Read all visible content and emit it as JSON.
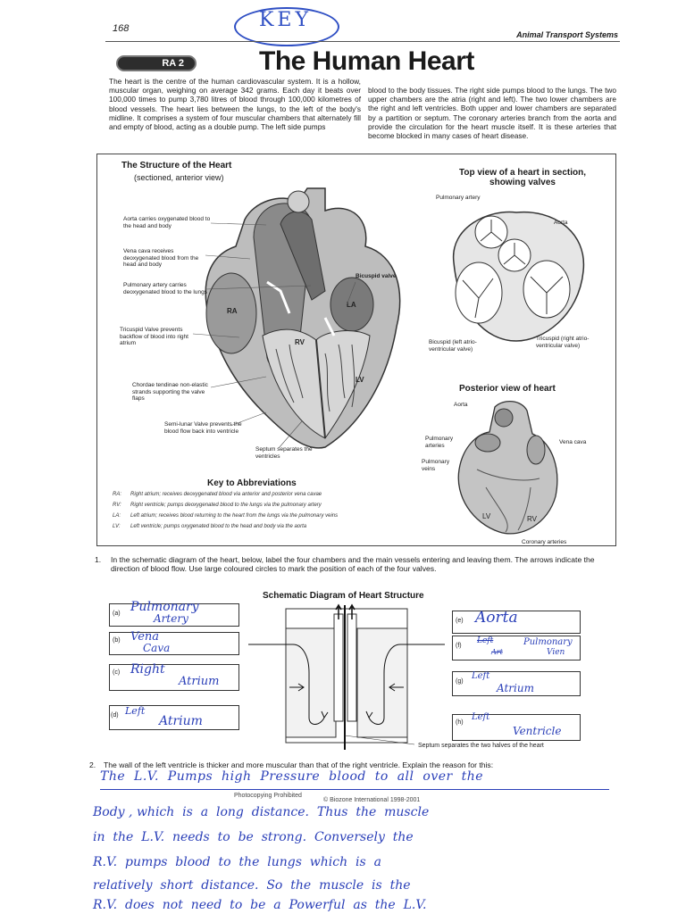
{
  "header": {
    "page_number": "168",
    "section": "Animal Transport Systems",
    "key_handwritten": "KEY",
    "badge": "RA 2",
    "title": "The Human Heart"
  },
  "intro": {
    "col1": "The heart is the centre of the human cardiovascular system. It is a hollow, muscular organ, weighing on average 342 grams. Each day it beats over 100,000 times to pump 3,780 litres of blood through 100,000 kilometres of blood vessels. The heart lies between the lungs, to the left of the body's midline. It comprises a system of four muscular chambers that alternately fill and empty of blood, acting as a double pump. The left side pumps",
    "col2": "blood to the body tissues. The right side pumps blood to the lungs. The two upper chambers are the atria (right and left). The two lower chambers are the right and left ventricles. Both upper and lower chambers are separated by a partition or septum. The coronary arteries branch from the aorta and provide the circulation for the heart muscle itself. It is these arteries that become blocked in many cases of heart disease."
  },
  "structure": {
    "title": "The Structure of the Heart",
    "subtitle": "(sectioned, anterior view)",
    "labels": {
      "aorta": "Aorta carries oxygenated blood to the head and body",
      "vena_cava": "Vena cava receives deoxygenated blood from the head and body",
      "pulmonary_artery": "Pulmonary artery carries deoxygenated blood to the lungs",
      "tricuspid": "Tricuspid Valve prevents backflow of blood into right atrium",
      "chordae": "Chordae tendinae non-elastic strands supporting the valve flaps",
      "semilunar": "Semi-lunar Valve prevents the blood flow back into ventricle",
      "septum": "Septum separates the ventricles",
      "bicuspid": "Bicuspid valve",
      "ra": "RA",
      "la": "LA",
      "rv": "RV",
      "lv": "LV"
    }
  },
  "top_view": {
    "title": "Top view of a heart in section, showing valves",
    "pulmonary_artery": "Pulmonary artery",
    "aorta": "Aorta",
    "bicuspid": "Bicuspid (left atrio-ventricular valve)",
    "tricuspid": "Tricuspid (right atrio-ventricular valve)"
  },
  "posterior": {
    "title": "Posterior view of heart",
    "aorta": "Aorta",
    "pulmonary_arteries": "Pulmonary arteries",
    "pulmonary_veins": "Pulmonary veins",
    "vena_cava": "Vena cava",
    "lv": "LV",
    "rv": "RV",
    "coronary": "Coronary arteries"
  },
  "key_abbr": {
    "title": "Key to Abbreviations",
    "rows": [
      {
        "code": "RA:",
        "text": "Right atrium; receives deoxygenated blood via anterior and posterior vena cavae"
      },
      {
        "code": "RV:",
        "text": "Right ventricle; pumps deoxygenated blood to the lungs via the pulmonary artery"
      },
      {
        "code": "LA:",
        "text": "Left atrium; receives blood returning to the heart from the lungs via the pulmonary veins"
      },
      {
        "code": "LV:",
        "text": "Left ventricle; pumps oxygenated blood to the head and body via the aorta"
      }
    ]
  },
  "q1": {
    "number": "1.",
    "text": "In the schematic diagram of the heart, below, label the four chambers and the main vessels entering and leaving them. The arrows indicate the direction of blood flow. Use large coloured circles to mark the position of each of the four valves."
  },
  "schematic": {
    "title": "Schematic Diagram of Heart Structure",
    "septum_caption": "Septum separates the two halves of the heart",
    "left_boxes": [
      {
        "letter": "(a)",
        "answer1": "Pulmonary",
        "answer2": "Artery"
      },
      {
        "letter": "(b)",
        "answer1": "Vena",
        "answer2": "Cava"
      },
      {
        "letter": "(c)",
        "answer1": "Right",
        "answer2": "Atrium"
      },
      {
        "letter": "(d)",
        "answer1": "Left",
        "answer2": "Atrium"
      }
    ],
    "right_boxes": [
      {
        "letter": "(e)",
        "answer1": "Aorta",
        "answer2": ""
      },
      {
        "letter": "(f)",
        "answer1": "Left",
        "answer2": "Art",
        "answer3": "Pulmonary",
        "answer4": "Vien"
      },
      {
        "letter": "(g)",
        "answer1": "Left",
        "answer2": "Atrium"
      },
      {
        "letter": "(h)",
        "answer1": "Left",
        "answer2": "Ventricle"
      }
    ]
  },
  "q2": {
    "number": "2.",
    "text": "The wall of the left ventricle is thicker and more muscular than that of the right ventricle. Explain the reason for this:",
    "answer_lines": [
      "The  L.V.  Pumps  high  Pressure  blood  to  all  over  the",
      "Body , which  is  a  long  distance.  Thus  the  muscle",
      "in  the  L.V.  needs  to  be  strong.  Conversely  the",
      "R.V.  pumps  blood  to  the  lungs  which  is  a",
      "relatively  short  distance.  So  the  muscle  is  the",
      "R.V.  does  not  need  to  be  a  Powerful  as  the  L.V."
    ]
  },
  "footer": {
    "photocopy": "Photocopying Prohibited",
    "copyright": "© Biozone International 1998-2001"
  }
}
